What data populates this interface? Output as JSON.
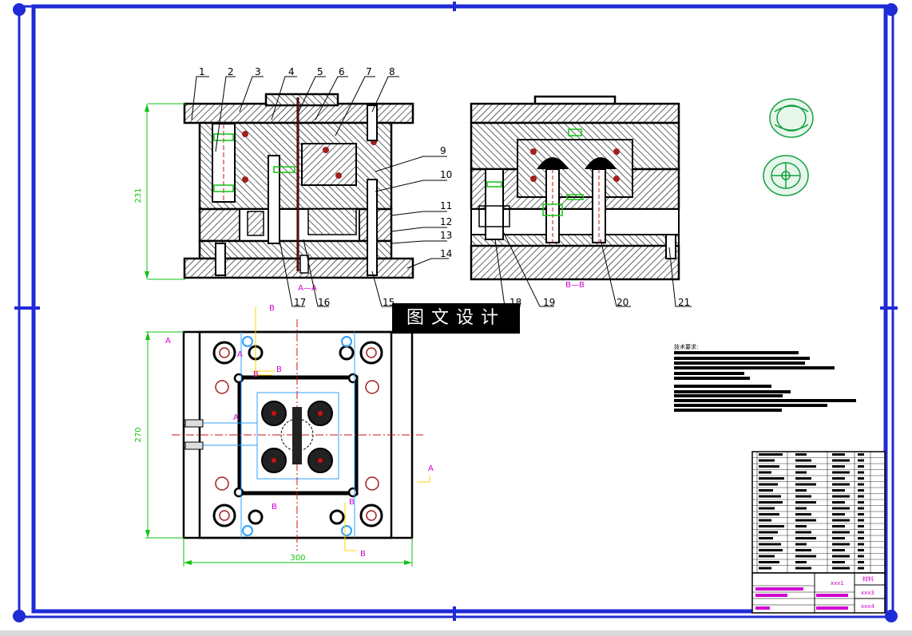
{
  "colors": {
    "frame": "#1f2bd6",
    "line": "#000000",
    "hatch": "#000000",
    "dimension": "#13c213",
    "center": "#d01010",
    "section": "#d000d0",
    "guide": "#ffd400",
    "water": "#2fa0ff"
  },
  "views": {
    "section_aa_label": "A—A",
    "section_bb_label": "B—B",
    "height_dim": "231",
    "plan_height_dim": "270",
    "plan_width_dim": "300",
    "cut_marks": [
      "A",
      "A",
      "B",
      "B",
      "B",
      "B",
      "A",
      "A",
      "B",
      "B"
    ]
  },
  "balloons": [
    "1",
    "2",
    "3",
    "4",
    "5",
    "6",
    "7",
    "8",
    "9",
    "10",
    "11",
    "12",
    "13",
    "14",
    "15",
    "16",
    "17",
    "18",
    "19",
    "20",
    "21"
  ],
  "watermark": "图文设计",
  "tech_requirements_title": "技术要求:",
  "title_block": {
    "name": "xxx1",
    "material": "xxx3",
    "drawing_no": "xxx4",
    "label": "材料"
  }
}
